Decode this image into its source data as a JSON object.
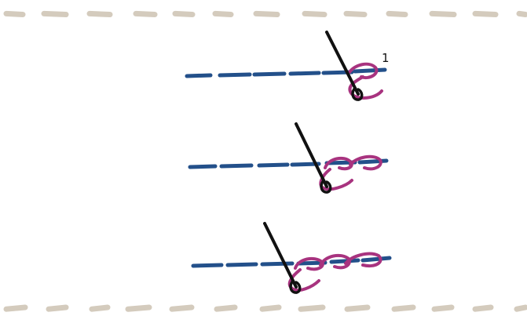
{
  "colors": {
    "background": "#ffffff",
    "border_dash": "#d4cbbd",
    "base_stitch": "#23508a",
    "wrap_thread": "#a8337f",
    "needle": "#111111"
  },
  "icons": {
    "needle": "needle-icon"
  },
  "steps": [
    {
      "label": "1",
      "wraps": 1
    },
    {
      "label": "",
      "wraps": 2
    },
    {
      "label": "",
      "wraps": 3
    }
  ]
}
